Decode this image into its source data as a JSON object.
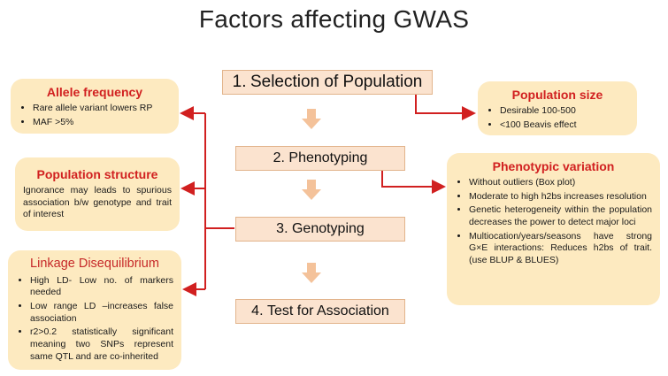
{
  "title": "Factors affecting GWAS",
  "steps": [
    {
      "num": "1.",
      "label": "Selection of Population"
    },
    {
      "num": "2.",
      "label": "Phenotyping"
    },
    {
      "num": "3.",
      "label": "Genotyping"
    },
    {
      "num": "4.",
      "label": "Test for Association"
    }
  ],
  "allele_frequency": {
    "title": "Allele frequency",
    "items": [
      "Rare allele variant lowers RP",
      "MAF >5%"
    ]
  },
  "population_structure": {
    "title": "Population structure",
    "text": "Ignorance may leads to spurious association b/w genotype and trait of interest"
  },
  "linkage_disequilibrium": {
    "title": "Linkage Disequilibrium",
    "items": [
      "High LD- Low no. of markers needed",
      "Low range LD –increases false association",
      "r2>0.2 statistically significant meaning two SNPs represent same QTL and are co-inherited"
    ]
  },
  "population_size": {
    "title": "Population size",
    "items": [
      "Desirable 100-500",
      "<100 Beavis effect"
    ]
  },
  "phenotypic_variation": {
    "title": "Phenotypic variation",
    "items": [
      "Without outliers (Box plot)",
      "Moderate to high h2bs increases resolution",
      "Genetic heterogeneity within the population decreases the power to detect major loci",
      "Multiocation/years/seasons have strong G×E interactions: Reduces h2bs of trait. (use BLUP & BLUES)"
    ]
  },
  "colors": {
    "accent": "#d12020",
    "step_fill": "#fbe3cf",
    "card_fill": "#fdeac0",
    "arrow": "#f4c29a"
  }
}
